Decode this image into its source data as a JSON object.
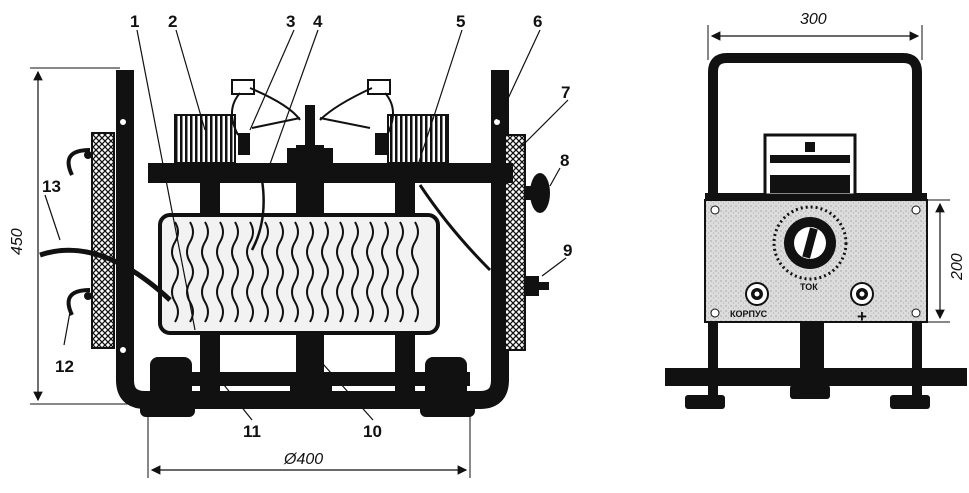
{
  "callouts": [
    "1",
    "2",
    "3",
    "4",
    "5",
    "6",
    "7",
    "8",
    "9",
    "10",
    "11",
    "12",
    "13"
  ],
  "dimensions": {
    "height_left": "450",
    "diameter_bottom": "Ø400",
    "width_right": "300",
    "height_right": "200"
  },
  "panel": {
    "current_label": "ТОК",
    "ground_label": "КОРПУС",
    "plus_label": "+"
  },
  "colors": {
    "ink": "#111111",
    "panel": "#d9d9d9",
    "coil": "#eeeeee"
  }
}
